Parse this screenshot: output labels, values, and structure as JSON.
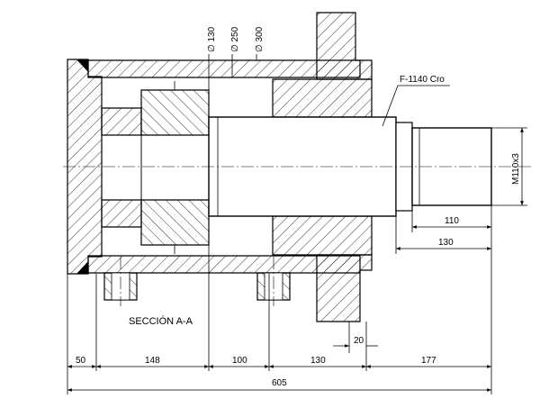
{
  "drawing": {
    "section_label": "SECCIÓN A-A",
    "material_label": "F-1140 Cro",
    "diameters": {
      "d130": "∅ 130",
      "d250": "∅ 250",
      "d300": "∅ 300"
    },
    "thread_label": "M110x3",
    "dims": {
      "rod_end_110": "110",
      "rod_end_130": "130",
      "gap_20": "20",
      "seg_50": "50",
      "seg_148": "148",
      "seg_100": "100",
      "seg_130": "130",
      "seg_177": "177",
      "overall_605": "605"
    }
  }
}
